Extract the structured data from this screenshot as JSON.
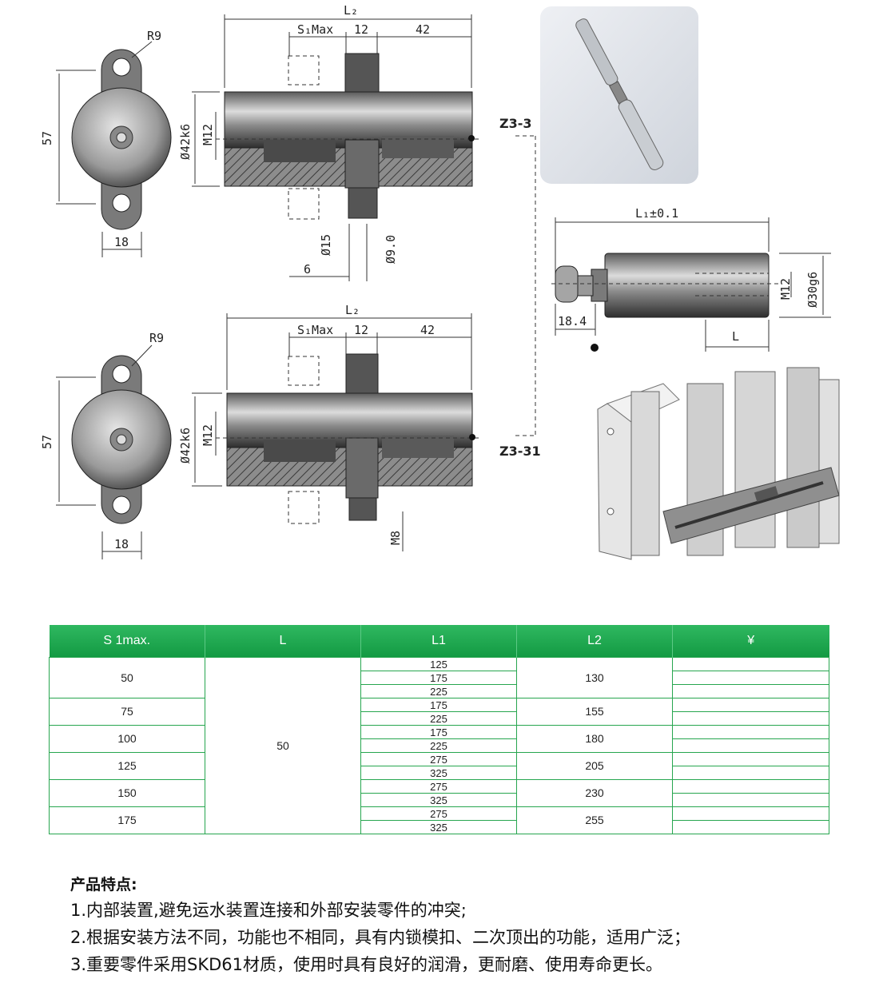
{
  "drawing": {
    "top": {
      "r9": "R9",
      "d57": "57",
      "d18": "18",
      "l2": "L₂",
      "s1max": "S₁Max",
      "d12": "12",
      "d42": "42",
      "dia42": "Ø42k6",
      "m12": "M12",
      "dia15": "Ø15",
      "dia9": "Ø9.0",
      "d6": "6",
      "code": "Z3-3"
    },
    "bottom": {
      "r9": "R9",
      "d57": "57",
      "d18": "18",
      "l2": "L₂",
      "s1max": "S₁Max",
      "d12": "12",
      "d42": "42",
      "dia42": "Ø42k6",
      "m12": "M12",
      "m8": "M8",
      "code": "Z3-31"
    },
    "pin": {
      "l1": "L₁±0.1",
      "d184": "18.4",
      "m12": "M12",
      "dia30": "Ø30g6",
      "l": "L"
    }
  },
  "table": {
    "headers": [
      "S 1max.",
      "L",
      "L1",
      "L2",
      "¥"
    ],
    "L_value": "50",
    "groups": [
      {
        "s1": "50",
        "l1": [
          "125",
          "175",
          "225"
        ],
        "l2": "130"
      },
      {
        "s1": "75",
        "l1": [
          "175",
          "225"
        ],
        "l2": "155"
      },
      {
        "s1": "100",
        "l1": [
          "175",
          "225"
        ],
        "l2": "180"
      },
      {
        "s1": "125",
        "l1": [
          "275",
          "325"
        ],
        "l2": "205"
      },
      {
        "s1": "150",
        "l1": [
          "275",
          "325"
        ],
        "l2": "230"
      },
      {
        "s1": "175",
        "l1": [
          "275",
          "325"
        ],
        "l2": "255"
      }
    ]
  },
  "features": {
    "title": "产品特点:",
    "items": [
      "1.内部装置,避免运水装置连接和外部安装零件的冲突;",
      "2.根据安装方法不同，功能也不相同，具有内锁模扣、二次顶出的功能，适用广泛；",
      "3.重要零件采用SKD61材质，使用时具有良好的润滑，更耐磨、使用寿命更长。"
    ]
  }
}
